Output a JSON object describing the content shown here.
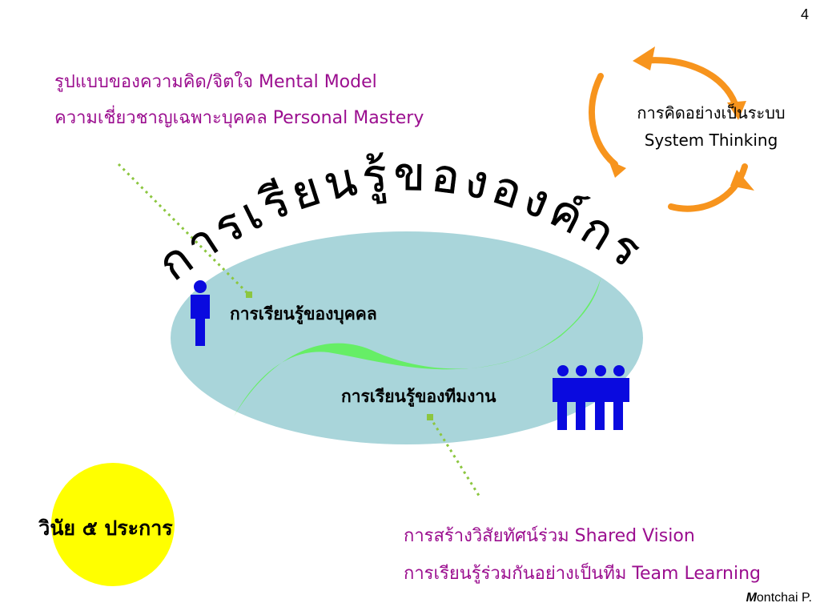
{
  "page_number": "4",
  "disciplines_left": {
    "mental_model": "รูปแบบของความคิด/จิตใจ Mental Model",
    "personal_mastery": "ความเชี่ยวชาญเฉพาะบุคคล Personal Mastery"
  },
  "system_thinking": {
    "thai": "การคิดอย่างเป็นระบบ",
    "english": "System Thinking"
  },
  "central_title": "การเรียนรู้ขององค์กร",
  "individual_learning": "การเรียนรู้ของบุคคล",
  "team_learning_label": "การเรียนรู้ของทีมงาน",
  "five_disciplines": "วินัย  ๕ ประการ",
  "disciplines_right": {
    "shared_vision": "การสร้างวิสัยทัศน์ร่วม Shared Vision",
    "team_learning": "การเรียนรู้ร่วมกันอย่างเป็นทีม Team Learning"
  },
  "credit": {
    "initial": "M",
    "rest": "ontchai P."
  },
  "colors": {
    "magenta_text": "#9b0e8f",
    "ellipse": "#a9d5da",
    "wave": "#66ee66",
    "person": "#0a0adf",
    "arrows": "#f7941d",
    "sun": "#ffff00",
    "dotted_line": "#8cc63f"
  },
  "icons": [
    "single-person-icon",
    "team-people-icon",
    "cycle-arrows-icon"
  ]
}
